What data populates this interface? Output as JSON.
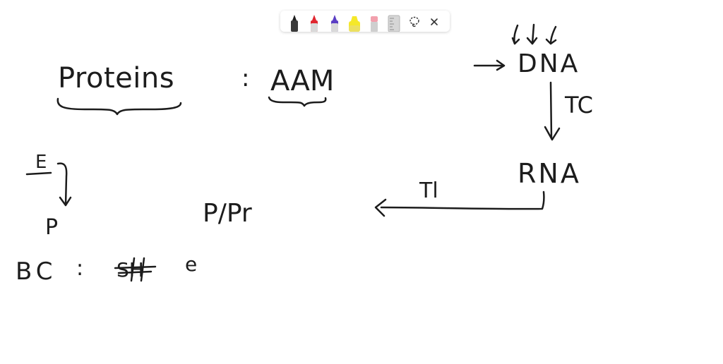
{
  "toolbar": {
    "tools": [
      {
        "name": "black-marker",
        "color": "#1f1f1f"
      },
      {
        "name": "red-marker",
        "color": "#e0262f"
      },
      {
        "name": "purple-marker",
        "color": "#5b3fc4"
      },
      {
        "name": "yellow-highlighter",
        "color": "#f5e829"
      },
      {
        "name": "eraser",
        "color": "#f2a0ad"
      },
      {
        "name": "ruler",
        "color": "#c8c8c8"
      },
      {
        "name": "lasso-icon",
        "color": "#333333"
      },
      {
        "name": "close-icon",
        "color": "#333333"
      }
    ]
  },
  "whiteboard": {
    "ink_color": "#1c1c1c",
    "proteins": "Proteins",
    "colon_1": ":",
    "aam": "AAM",
    "dna": "DNA",
    "tc": "TC",
    "rna": "RNA",
    "tl": "Tl",
    "e": "E",
    "p": "P",
    "p_pr": "P/Pr",
    "bc": "BC",
    "colon_2": ":",
    "strike": "SH",
    "e_lower": "e"
  }
}
